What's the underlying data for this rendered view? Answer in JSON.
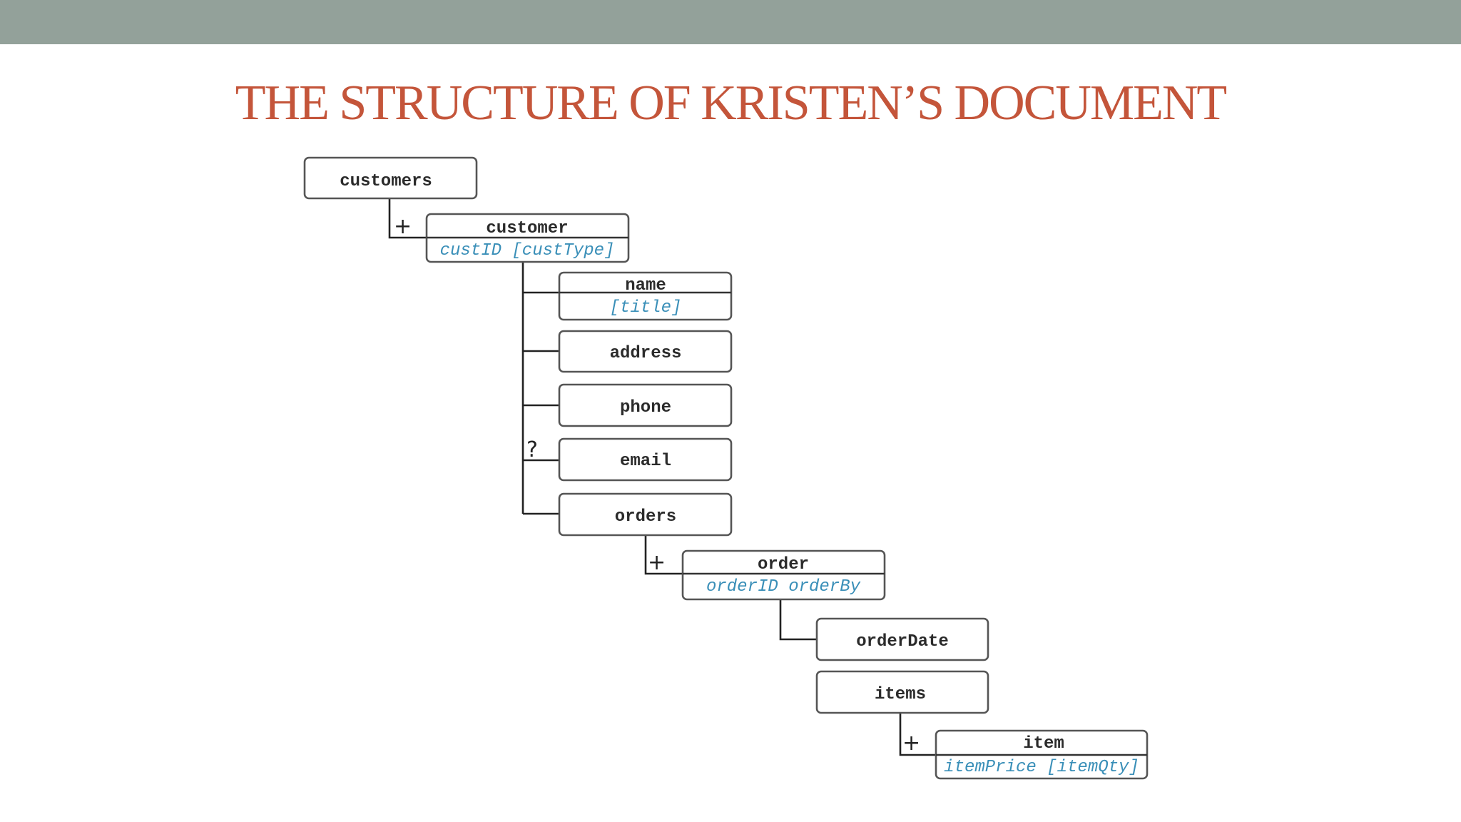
{
  "slide": {
    "title": "THE STRUCTURE OF KRISTEN’S DOCUMENT"
  },
  "colors": {
    "top_band": "#93a19a",
    "title": "#c4553a",
    "attribute_text": "#3a8fb8",
    "element_text": "#2b2b2b"
  },
  "diagram": {
    "nodes": {
      "customers": {
        "label": "customers"
      },
      "customer": {
        "label": "customer",
        "attributes": "custID [custType]"
      },
      "name": {
        "label": "name",
        "attributes": "[title]"
      },
      "address": {
        "label": "address"
      },
      "phone": {
        "label": "phone"
      },
      "email": {
        "label": "email"
      },
      "orders": {
        "label": "orders"
      },
      "order": {
        "label": "order",
        "attributes": "orderID orderBy"
      },
      "orderDate": {
        "label": "orderDate"
      },
      "items": {
        "label": "items"
      },
      "item": {
        "label": "item",
        "attributes": "itemPrice [itemQty]"
      }
    },
    "symbols": {
      "customer_occurrence": "+",
      "email_occurrence": "?",
      "order_occurrence": "+",
      "item_occurrence": "+"
    }
  }
}
